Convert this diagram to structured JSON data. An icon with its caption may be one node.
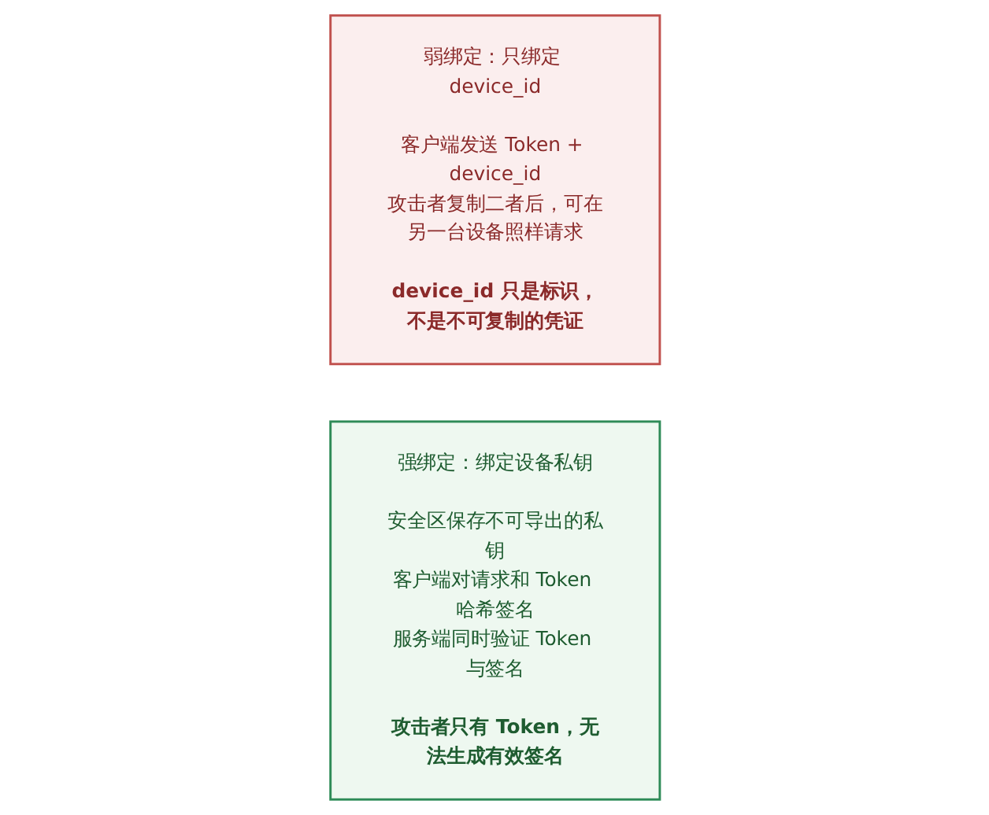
{
  "diagram": {
    "nodes": [
      {
        "text": [
          "弱绑定：只绑定 device_id",
          "客户端发送 Token + device_id",
          "攻击者复制二者后，可在另一台设备照样请求",
          "device_id 只是标识，不是不可复制的凭证"
        ]
      },
      {
        "text": [
          "强绑定：绑定设备私钥",
          "安全区保存不可导出的私钥",
          "客户端对请求和 Token 哈希签名",
          "服务端同时验证 Token 与签名",
          "攻击者只有 Token，无法生成有效签名"
        ]
      }
    ]
  }
}
